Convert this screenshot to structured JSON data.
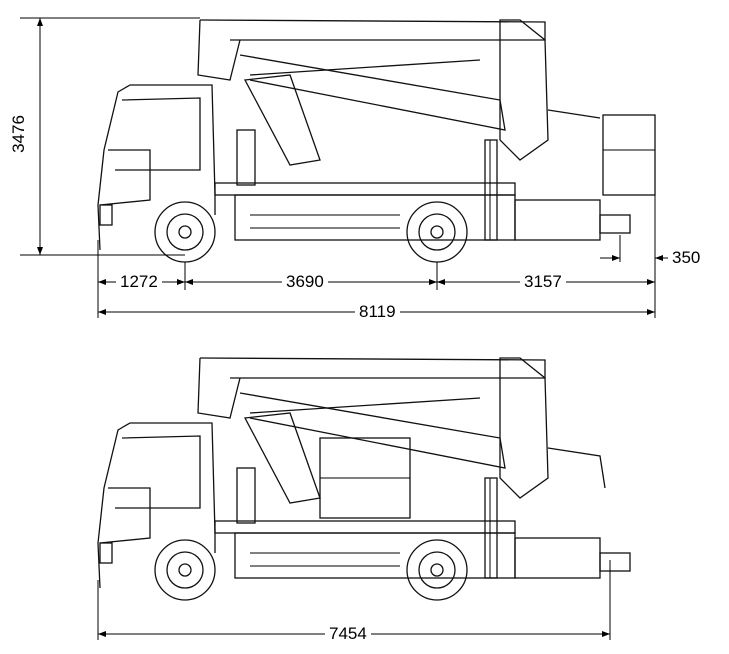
{
  "title": "Truck-mounted aerial platform dimensions",
  "units": "mm",
  "top_view": {
    "height": "3476",
    "front_overhang": "1272",
    "wheelbase": "3690",
    "rear_overhang": "3157",
    "outrigger_offset": "350",
    "overall_length": "8119"
  },
  "bottom_view": {
    "overall_length": "7454"
  }
}
